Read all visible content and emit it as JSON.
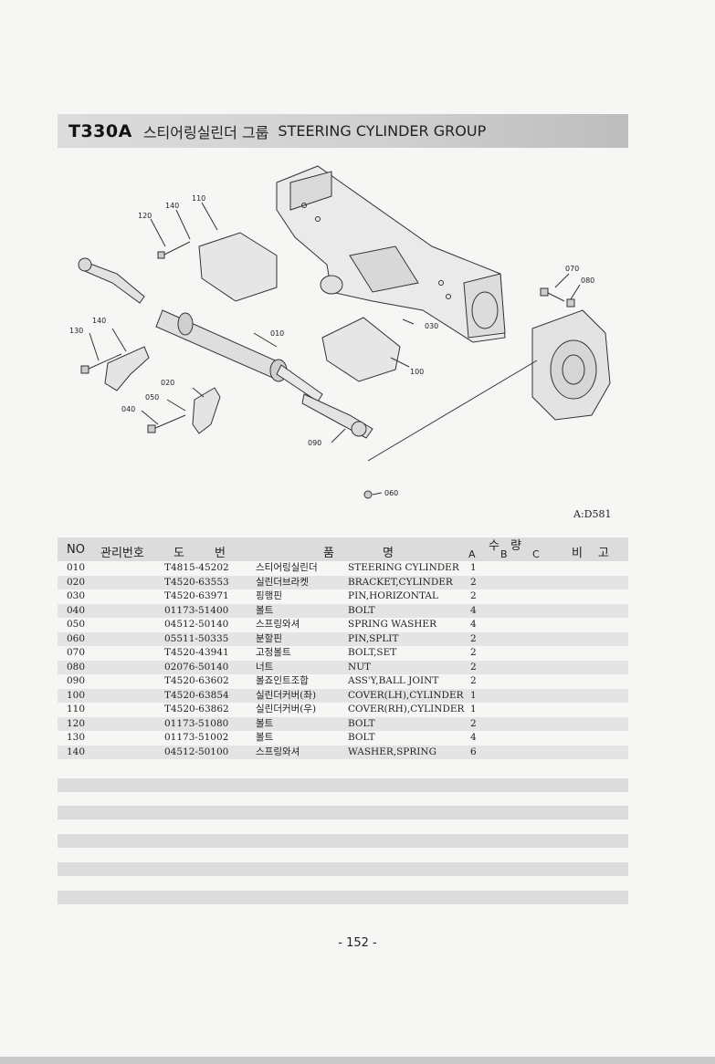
{
  "header": {
    "code": "T330A",
    "title_ko": "스티어링실린더 그룹",
    "title_en": "STEERING CYLINDER GROUP"
  },
  "diagram": {
    "callouts": [
      "110",
      "140",
      "120",
      "070",
      "080",
      "140",
      "130",
      "030",
      "010",
      "100",
      "020",
      "050",
      "040",
      "090",
      "060"
    ]
  },
  "ref_code": "A:D581",
  "table": {
    "headers": {
      "no": "NO",
      "mgmt": "관리번호",
      "do": "도",
      "beon": "번",
      "pum": "품",
      "myeong": "명",
      "su": "수",
      "ryang": "량",
      "a": "A",
      "b": "B",
      "c": "C",
      "bi": "비",
      "go": "고"
    },
    "rows": [
      {
        "no": "010",
        "part": "T4815-45202",
        "ko": "스티어링실린더",
        "en": "STEERING CYLINDER",
        "qty": "1"
      },
      {
        "no": "020",
        "part": "T4520-63553",
        "ko": "실린더브라켓",
        "en": "BRACKET,CYLINDER",
        "qty": "2"
      },
      {
        "no": "030",
        "part": "T4520-63971",
        "ko": "핑행핀",
        "en": "PIN,HORIZONTAL",
        "qty": "2"
      },
      {
        "no": "040",
        "part": "01173-51400",
        "ko": "볼트",
        "en": "BOLT",
        "qty": "4"
      },
      {
        "no": "050",
        "part": "04512-50140",
        "ko": "스프링와셔",
        "en": "SPRING WASHER",
        "qty": "4"
      },
      {
        "no": "060",
        "part": "05511-50335",
        "ko": "분할핀",
        "en": "PIN,SPLIT",
        "qty": "2"
      },
      {
        "no": "070",
        "part": "T4520-43941",
        "ko": "고정볼트",
        "en": "BOLT,SET",
        "qty": "2"
      },
      {
        "no": "080",
        "part": "02076-50140",
        "ko": "너트",
        "en": "NUT",
        "qty": "2"
      },
      {
        "no": "090",
        "part": "T4520-63602",
        "ko": "볼죠인트조합",
        "en": "ASS'Y,BALL JOINT",
        "qty": "2"
      },
      {
        "no": "100",
        "part": "T4520-63854",
        "ko": "실린더커버(좌)",
        "en": "COVER(LH),CYLINDER",
        "qty": "1"
      },
      {
        "no": "110",
        "part": "T4520-63862",
        "ko": "실린더커버(우)",
        "en": "COVER(RH),CYLINDER",
        "qty": "1"
      },
      {
        "no": "120",
        "part": "01173-51080",
        "ko": "볼트",
        "en": "BOLT",
        "qty": "2"
      },
      {
        "no": "130",
        "part": "01173-51002",
        "ko": "볼트",
        "en": "BOLT",
        "qty": "4"
      },
      {
        "no": "140",
        "part": "04512-50100",
        "ko": "스프링와셔",
        "en": "WASHER,SPRING",
        "qty": "6"
      }
    ]
  },
  "page_number": "- 152 -"
}
